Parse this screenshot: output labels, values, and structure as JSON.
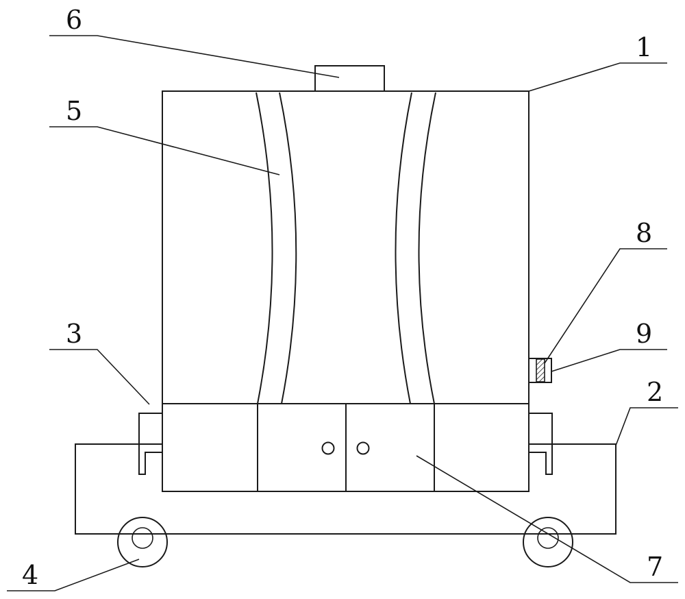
{
  "reference_numerals": {
    "n1": "1",
    "n2": "2",
    "n3": "3",
    "n4": "4",
    "n5": "5",
    "n6": "6",
    "n7": "7",
    "n8": "8",
    "n9": "9"
  },
  "colors": {
    "line": "#1a1a1a",
    "background": "#ffffff"
  }
}
